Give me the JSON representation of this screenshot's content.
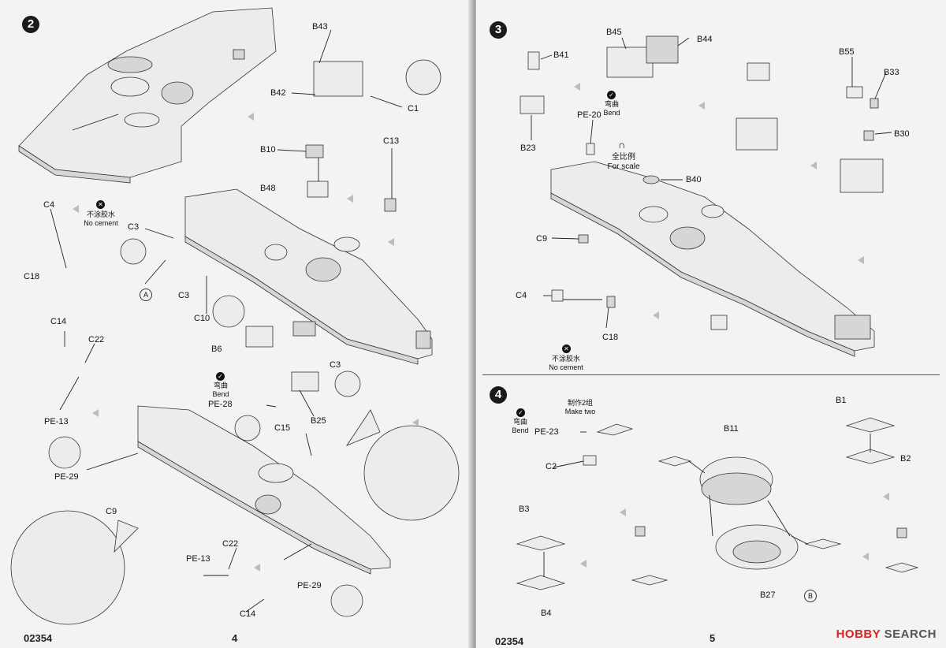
{
  "pages": {
    "left": {
      "number": "4",
      "code": "02354",
      "step": "2",
      "labels": {
        "b43": "B43",
        "b42": "B42",
        "c1": "C1",
        "b10": "B10",
        "b48": "B48",
        "c13": "C13",
        "c4": "C4",
        "c18": "C18",
        "c3a": "C3",
        "c3b": "C3",
        "c3c": "C3",
        "c10": "C10",
        "b6": "B6",
        "ref_a": "A",
        "c14a": "C14",
        "c22a": "C22",
        "pe13a": "PE-13",
        "pe28": "PE-28",
        "b25": "B25",
        "c15": "C15",
        "pe29a": "PE-29",
        "pe29b": "PE-29",
        "c9": "C9",
        "pe13b": "PE-13",
        "c22b": "C22",
        "c14b": "C14"
      },
      "no_cement": {
        "cn": "不涂胶水",
        "en": "No cement"
      },
      "bend": {
        "cn": "弯曲",
        "en": "Bend"
      }
    },
    "right": {
      "number": "5",
      "code": "02354",
      "step3": "3",
      "step4": "4",
      "labels": {
        "b45": "B45",
        "b44": "B44",
        "b41": "B41",
        "b55": "B55",
        "b33": "B33",
        "b30": "B30",
        "b23": "B23",
        "pe20": "PE-20",
        "b40": "B40",
        "c9": "C9",
        "c4": "C4",
        "c18": "C18",
        "pe23": "PE-23",
        "c2": "C2",
        "b11": "B11",
        "b1": "B1",
        "b2": "B2",
        "b3": "B3",
        "b4": "B4",
        "b27": "B27",
        "ref_b": "B"
      },
      "bend": {
        "cn": "弯曲",
        "en": "Bend"
      },
      "scale": {
        "cn": "全比例",
        "en": "For scale"
      },
      "no_cement": {
        "cn": "不涂胶水",
        "en": "No cement"
      },
      "make_two": {
        "cn": "制作2组",
        "en": "Make two"
      }
    }
  },
  "watermark": {
    "brand": "HOBBY",
    "rest": " SEARCH"
  }
}
